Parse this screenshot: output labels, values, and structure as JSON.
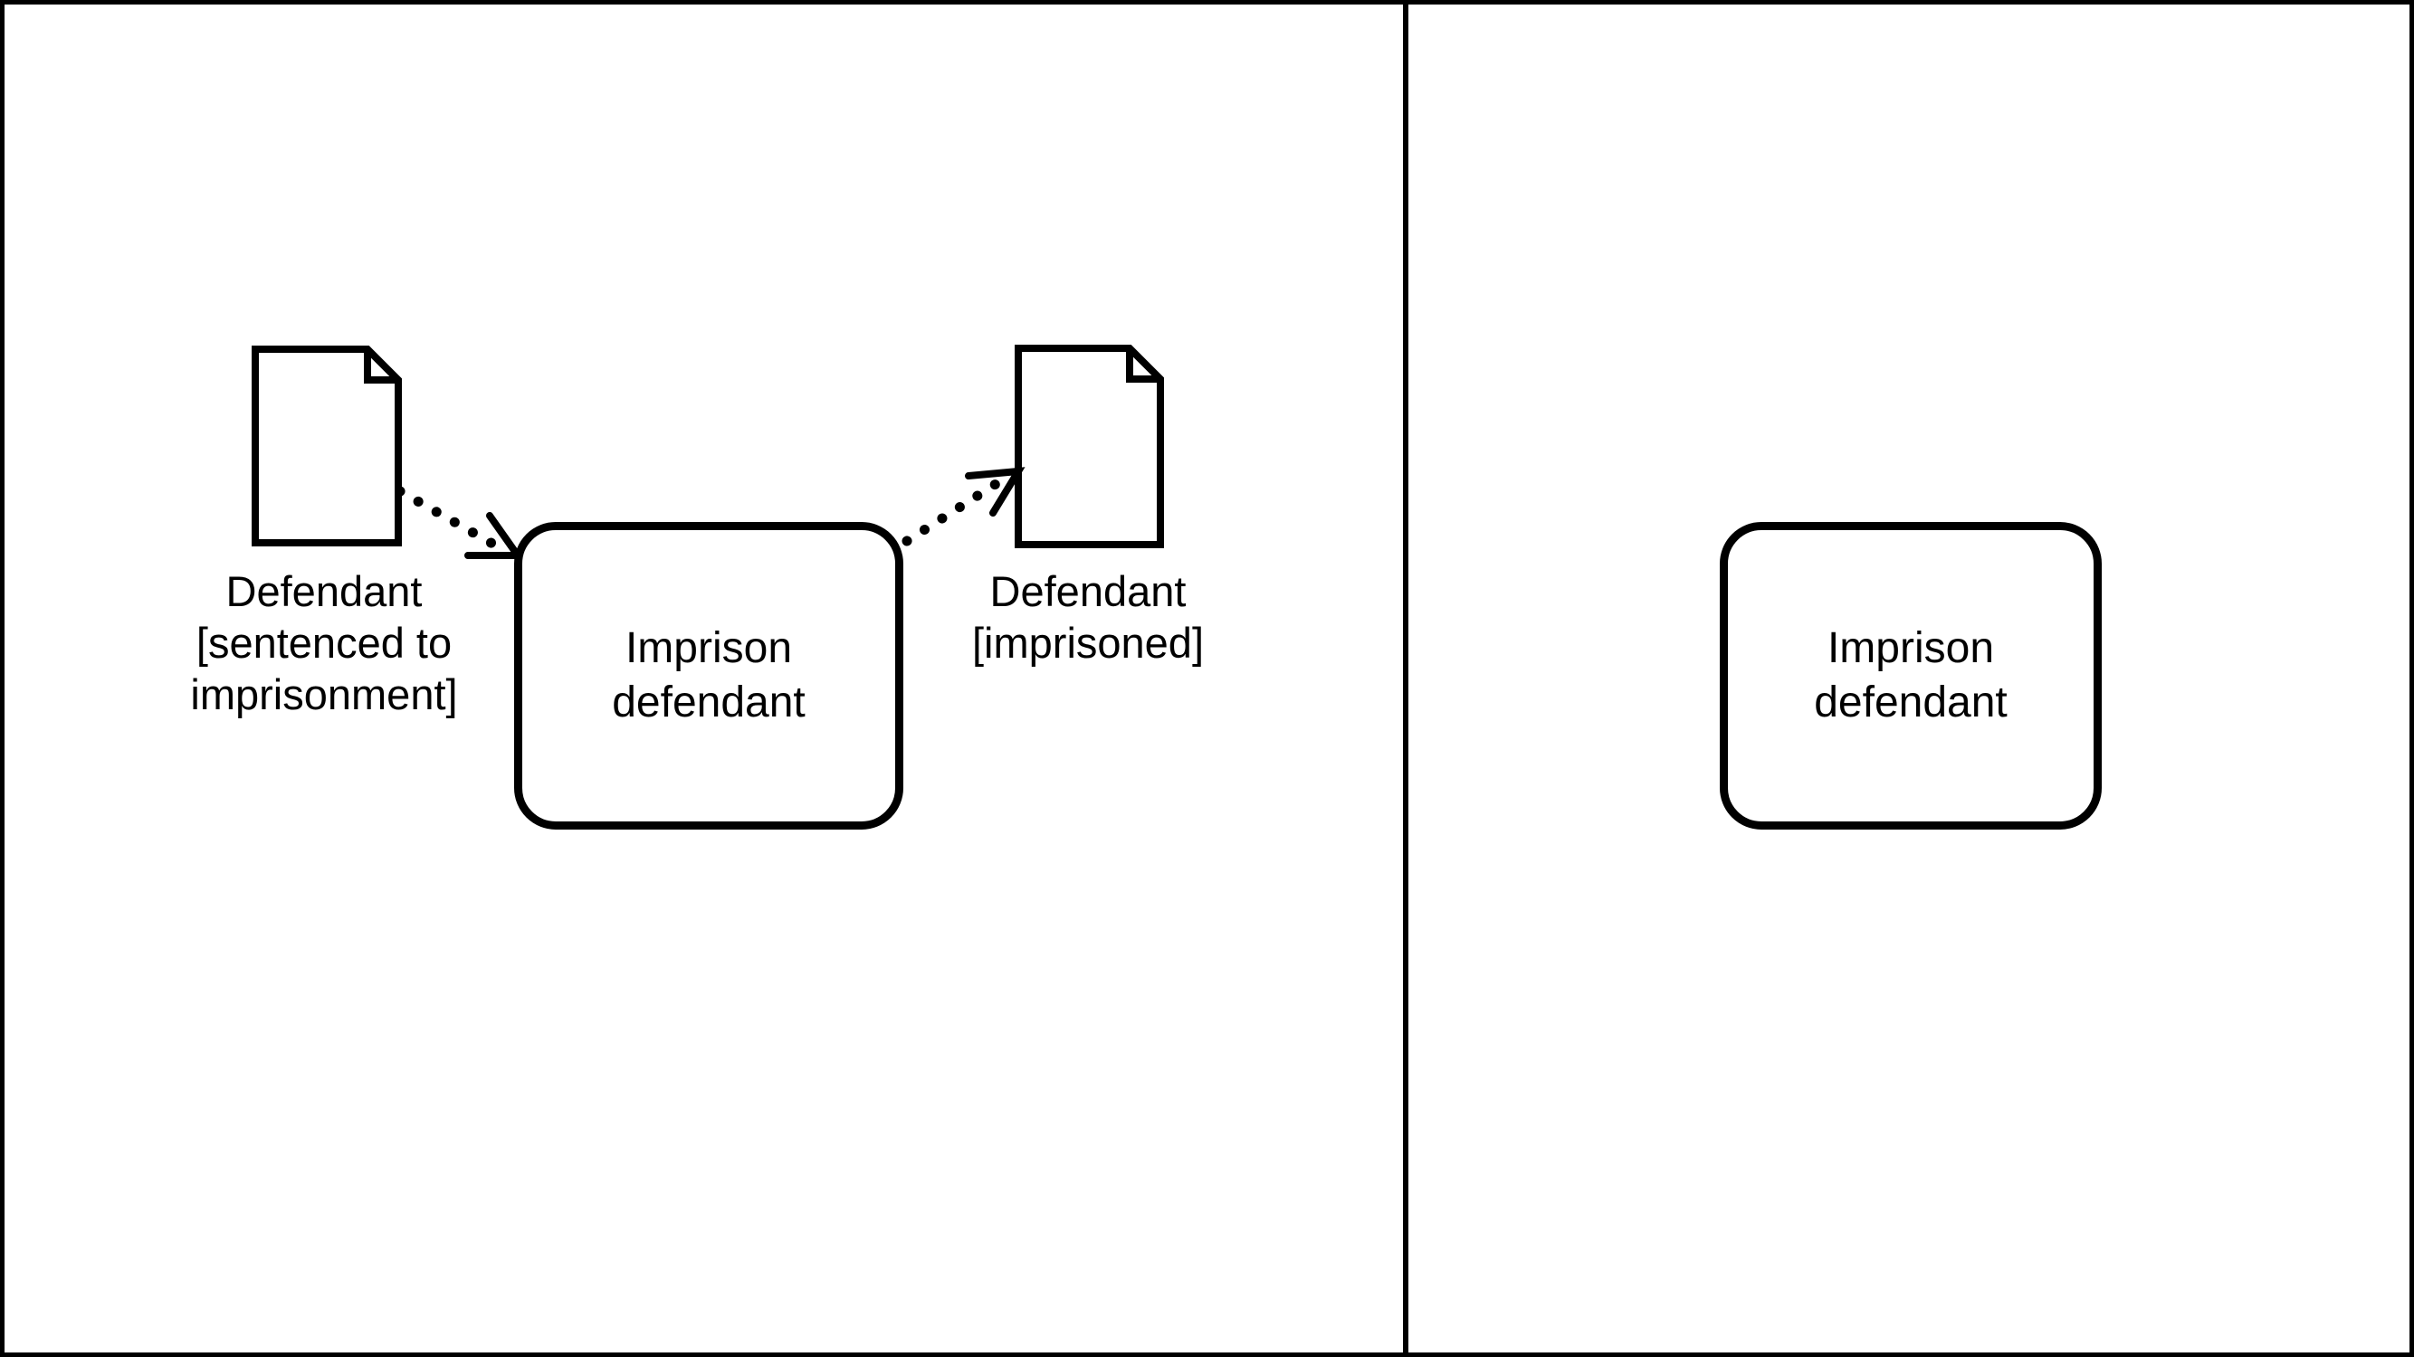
{
  "figure": {
    "colors": {
      "ink": "#000000",
      "background": "#ffffff"
    },
    "left_panel": {
      "input_data_object": {
        "lines": [
          "Defendant",
          "[sentenced to",
          "imprisonment]"
        ]
      },
      "task": {
        "lines": [
          "Imprison",
          "defendant"
        ]
      },
      "output_data_object": {
        "lines": [
          "Defendant",
          "[imprisoned]"
        ]
      }
    },
    "right_panel": {
      "task": {
        "lines": [
          "Imprison",
          "defendant"
        ]
      }
    }
  }
}
